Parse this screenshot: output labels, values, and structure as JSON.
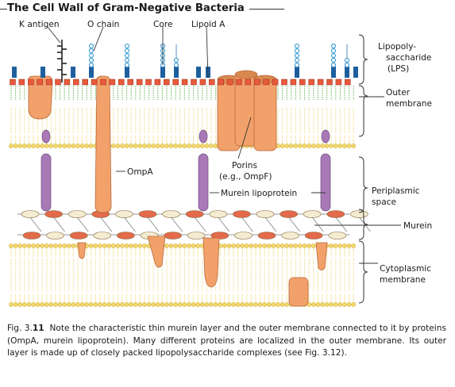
{
  "title": "The Cell Wall of Gram-Negative Bacteria",
  "labels": {
    "k_antigen": "K antigen",
    "o_chain": "O chain",
    "core": "Core",
    "lipoid_a": "Lipoid A",
    "lps_line1": "Lipopoly-",
    "lps_line2": "saccharide",
    "lps_line3": "(LPS)",
    "outer_line1": "Outer",
    "outer_line2": "membrane",
    "ompa": "OmpA",
    "porins_line1": "Porins",
    "porins_line2": "(e.g., OmpF)",
    "murein_lipoprotein": "Murein lipoprotein",
    "periplasmic_line1": "Periplasmic",
    "periplasmic_line2": "space",
    "murein": "Murein",
    "cyto_line1": "Cytoplasmic",
    "cyto_line2": "membrane"
  },
  "caption": {
    "fig_prefix": "Fig. 3.",
    "fig_number": "11",
    "text": "Note the characteristic thin murein layer and the outer membrane connected to it by proteins (OmpA, murein lipoprotein). Many different proteins are localized in the outer membrane. Its outer layer is made up of closely packed lipopolysaccharide complexes (see Fig. 3.12)."
  },
  "colors": {
    "lipid_head": "#f3d86a",
    "lipid_tail": "#eedc86",
    "lps_head": "#e85a3c",
    "core_block": "#1f5f9e",
    "o_chain_bead": "#4aa3d6",
    "lipoid_green": "#7fbf6a",
    "protein_orange": "#f2a16a",
    "lipoprotein_purple": "#a879b6",
    "murein_red": "#e36a4a",
    "murein_cream": "#f4ecd0"
  }
}
